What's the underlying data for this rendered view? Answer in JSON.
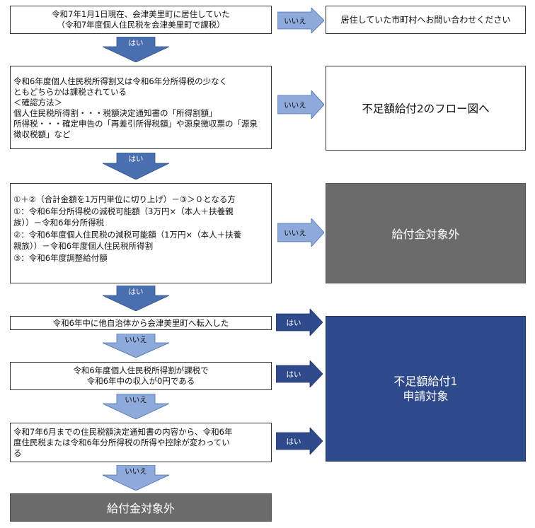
{
  "step1": {
    "lines": [
      "令和7年1月1日現在、会津美里町に居住していた",
      "（令和7年度個人住民税を会津美里町で課税）"
    ],
    "no_label": "いいえ",
    "yes_label": "はい"
  },
  "result1": {
    "text": "居住していた市町村へお問い合わせください"
  },
  "step2": {
    "lines": [
      "令和6年度個人住民税所得割又は令和6年分所得税の少なく",
      "ともどちらかは課税されている",
      "＜確認方法＞",
      "個人住民税所得割・・・税額決定通知書の「所得割額」",
      "所得税・・・確定申告の「再差引所得税額」や源泉徴収票の「源泉",
      "徴収税額」など"
    ],
    "no_label": "いいえ",
    "yes_label": "はい"
  },
  "result2": {
    "text": "不足額給付2のフロー図へ"
  },
  "step3": {
    "lines": [
      "①＋②（合計金額を1万円単位に切り上げ）－③＞０となる方",
      "①：令和6年分所得税の減税可能額（3万円×（本人＋扶養親",
      "族））－令和6年分所得税",
      "②：令和6年度個人住民税の減税可能額（1万円×（本人＋扶養",
      "親族））－令和6年度個人住民税所得割",
      "③：令和6年度調整給付額"
    ],
    "no_label": "いいえ",
    "yes_label": "はい"
  },
  "result3": {
    "text": "給付金対象外"
  },
  "step4": {
    "lines": [
      "令和6年中に他自治体から会津美里町へ転入した"
    ],
    "yes_label": "はい",
    "no_label": "いいえ"
  },
  "step5": {
    "lines": [
      "令和6年度個人住民税所得割が課税で",
      "令和6年中の収入が0円である"
    ],
    "yes_label": "はい",
    "no_label": "いいえ"
  },
  "step6": {
    "lines": [
      "令和7年6月までの住民税額決定通知書の内容から、令和6年",
      "度住民税または令和6年分所得税の所得や控除が変わってい",
      "る"
    ],
    "yes_label": "はい",
    "no_label": "いいえ"
  },
  "result_target": {
    "lines": [
      "不足額給付1",
      "申請対象"
    ]
  },
  "result_final": {
    "text": "給付金対象外"
  },
  "colors": {
    "arrow_light": "#8eaadb",
    "arrow_dark": "#4a6fb0",
    "navy": "#2f4a8b",
    "gray": "#6b6b6b"
  }
}
